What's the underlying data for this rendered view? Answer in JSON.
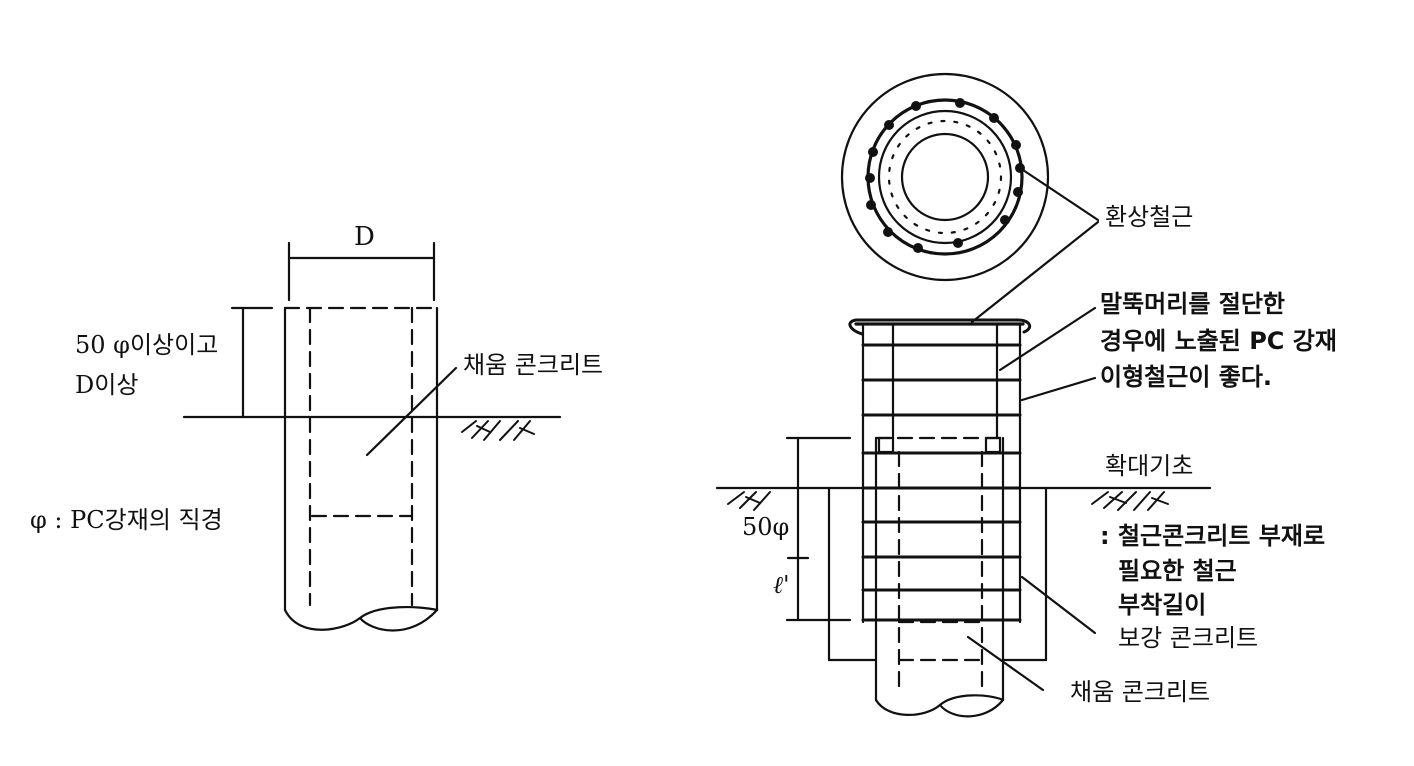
{
  "left": {
    "dim_width": "D",
    "dim_height_line1": "50 φ이상이고",
    "dim_height_line2": "D이상",
    "fill_concrete": "채움 콘크리트",
    "phi_def": "φ : PC강재의 직경"
  },
  "right": {
    "ring_rebar": "환상철근",
    "note_line1": "말뚝머리를 절단한",
    "note_line2": "경우에 노출된 PC 강재",
    "note_line3": "이형철근이 좋다.",
    "footing": "확대기초",
    "dim_50phi": "50φ",
    "dim_l": "ℓ'",
    "legend_line1": ": 철근콘크리트 부재로",
    "legend_line2": "필요한 철근",
    "legend_line3": "부착길이",
    "legend_line4": "보강 콘크리트",
    "fill_concrete": "채움 콘크리트"
  }
}
